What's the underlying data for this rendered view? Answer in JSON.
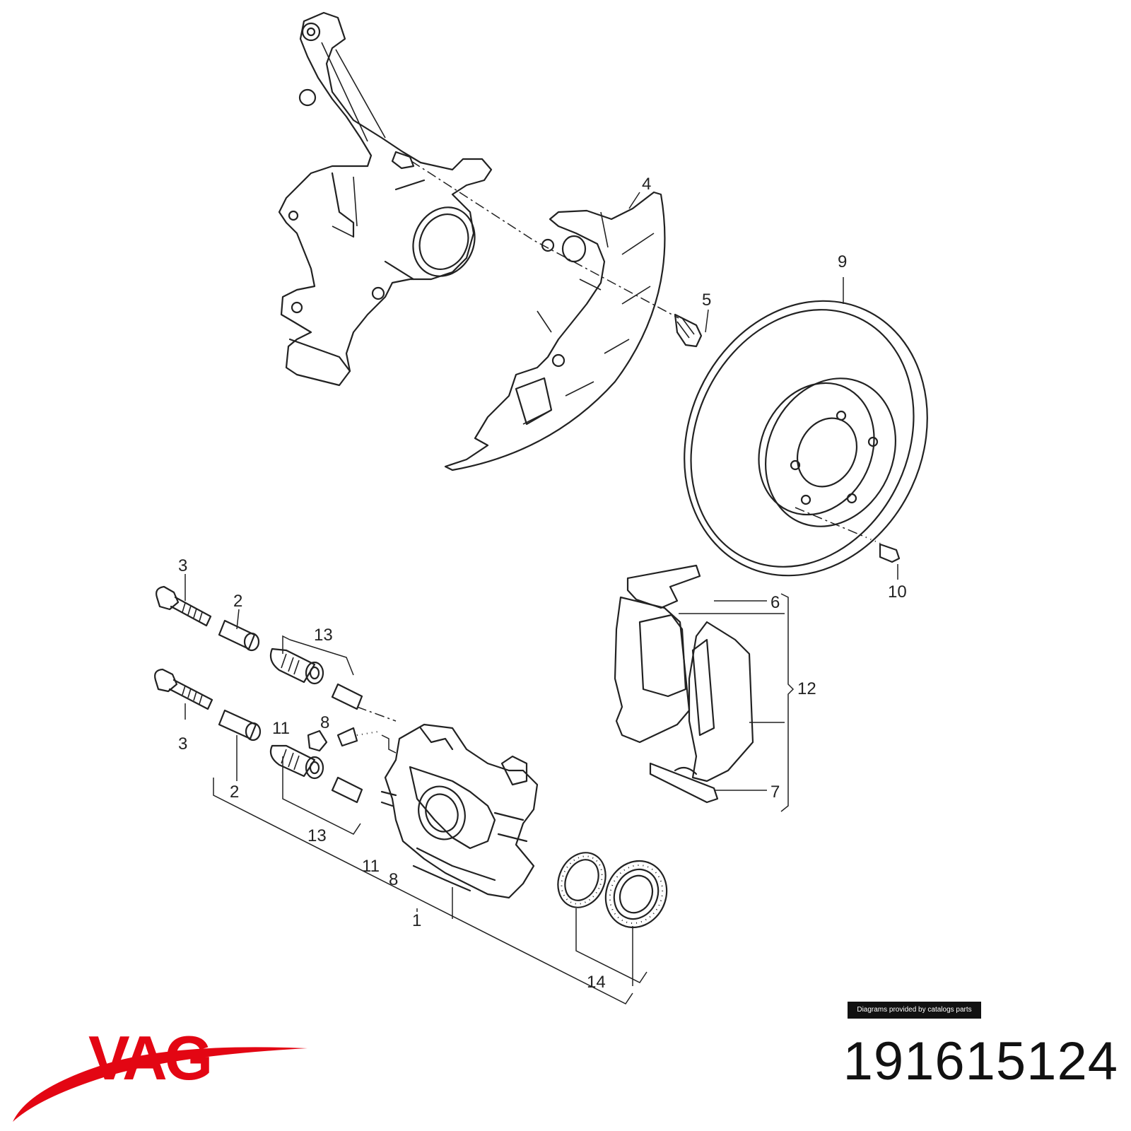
{
  "diagram": {
    "callouts": {
      "c1": "1",
      "c2a": "2",
      "c2b": "2",
      "c3a": "3",
      "c3b": "3",
      "c4": "4",
      "c5": "5",
      "c6": "6",
      "c7": "7",
      "c8a": "8",
      "c8b": "8",
      "c9": "9",
      "c10": "10",
      "c11a": "11",
      "c11b": "11",
      "c12": "12",
      "c13a": "13",
      "c13b": "13",
      "c14": "14"
    }
  },
  "credit": {
    "text": "Diagrams provided by catalogs parts"
  },
  "brand": {
    "logo_text": "VAG",
    "color": "#e30613"
  },
  "part_number": "191615124"
}
